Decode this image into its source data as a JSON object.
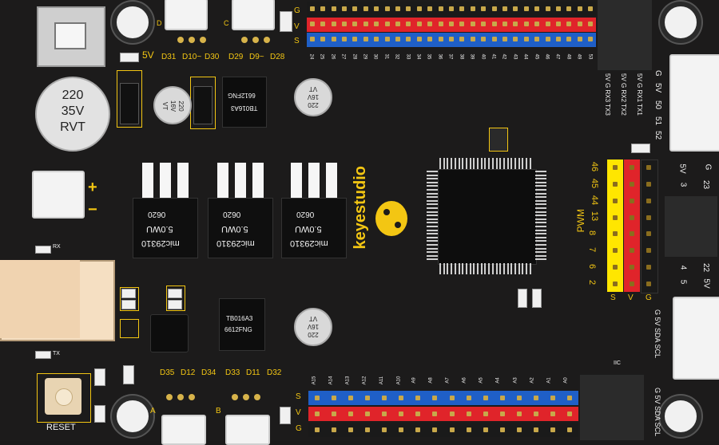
{
  "brand": "keyestudio",
  "regulators": [
    {
      "line1": "mic29310",
      "line2": "5.0WU",
      "line3": "0620"
    },
    {
      "line1": "mic29310",
      "line2": "5.0WU",
      "line3": "0620"
    },
    {
      "line1": "mic29310",
      "line2": "5.0WU",
      "line3": "0620"
    }
  ],
  "big_cap": {
    "l1": "220",
    "l2": "35V",
    "l3": "RVT"
  },
  "small_cap_a": {
    "l1": "220",
    "l2": "16V",
    "l3": "VT"
  },
  "small_cap_b": {
    "l1": "220",
    "l2": "16V",
    "l3": "VT"
  },
  "small_cap_c": {
    "l1": "220",
    "l2": "16V",
    "l3": "VT"
  },
  "drivers": [
    {
      "l1": "TB016A3",
      "l2": "6612FNG"
    },
    {
      "l1": "TB016A3",
      "l2": "6612FNG"
    }
  ],
  "labels": {
    "fivev": "5V",
    "plus": "+",
    "minus": "−",
    "reset": "RESET",
    "pwm": "PWM",
    "a": "A",
    "b": "B",
    "c": "C",
    "d": "D",
    "rx": "RX",
    "tx": "TX",
    "ic": "IIC"
  },
  "top_motor_pins": [
    "D31",
    "D10~",
    "D30",
    "D29",
    "D9~",
    "D28"
  ],
  "bottom_motor_pins": [
    "D35",
    "D12",
    "D34",
    "D33",
    "D11",
    "D32"
  ],
  "top_header_rows": [
    "G",
    "V",
    "S"
  ],
  "bottom_header_rows": [
    "S",
    "V",
    "G"
  ],
  "top_header_numbers": [
    "24",
    "25",
    "26",
    "27",
    "28",
    "29",
    "30",
    "31",
    "32",
    "33",
    "34",
    "35",
    "36",
    "37",
    "38",
    "39",
    "40",
    "41",
    "42",
    "43",
    "44",
    "45",
    "46",
    "47",
    "48",
    "49",
    "53"
  ],
  "bottom_header_numbers": [
    "A15",
    "A14",
    "A13",
    "A12",
    "A11",
    "A10",
    "A9",
    "A8",
    "A7",
    "A6",
    "A5",
    "A4",
    "A3",
    "A2",
    "A1",
    "A0"
  ],
  "serial_labels": [
    "5V G RX3 TX3",
    "5V G RX2 TX2",
    "5V G RX1 TX1"
  ],
  "right_top_conn": [
    "G",
    "5V",
    "50",
    "51",
    "52"
  ],
  "pwm_pins": [
    "46",
    "45",
    "44",
    "13",
    "8",
    "7",
    "6",
    "2"
  ],
  "pwm_rows": [
    "S",
    "V",
    "G"
  ],
  "right_block_top": {
    "a": "G",
    "b": "23",
    "c": "5V",
    "d": "3"
  },
  "right_block_bottom": {
    "a": "4",
    "b": "5",
    "c": "22",
    "d": "5V"
  },
  "i2c_top": "G 5V SDA SCL",
  "i2c_bottom": "G 5V SDA SCL",
  "colors": {
    "board": "#1c1b1b",
    "silk_yellow": "#f3c613",
    "header_red": "#e0242a",
    "header_blue": "#1f5fc7",
    "header_yellow": "#ffe600"
  }
}
